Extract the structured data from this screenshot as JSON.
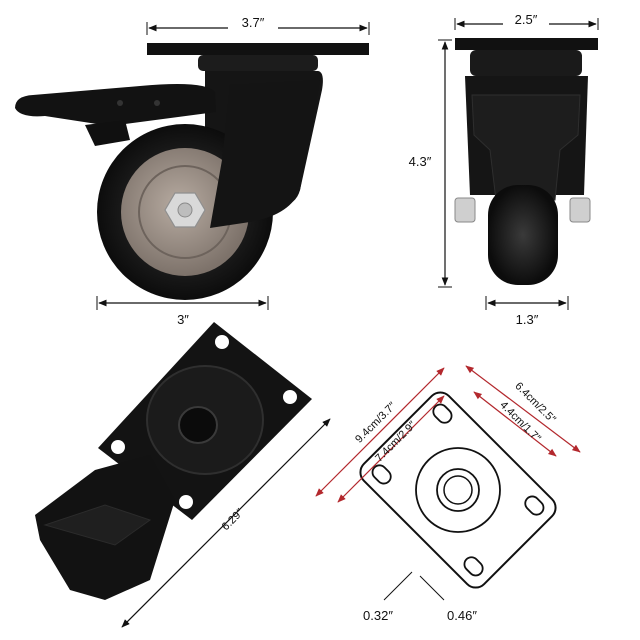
{
  "colors": {
    "background": "#ffffff",
    "metal": "#111111",
    "wheel_tread": "#161616",
    "hub": "#9a8f86",
    "bolt": "#d9d9d9",
    "dimension_line": "#111111",
    "red_dimension_line": "#b3282d"
  },
  "icons": {
    "caster_side_view": "swivel-caster-side-view",
    "caster_front_view": "swivel-caster-front-view",
    "caster_top_view": "caster-plate-perspective-view",
    "plate_outline": "mounting-plate-outline"
  },
  "dimensions": {
    "plate_length": "3.7″",
    "plate_width": "2.5″",
    "total_height": "4.3″",
    "wheel_diameter": "3″",
    "wheel_width": "1.3″",
    "overall_length": "6.29″",
    "plate_length_metric": "9.4cm/3.7″",
    "hole_spacing_length": "7.4cm/2.9″",
    "plate_width_metric": "6.4cm/2.5″",
    "hole_spacing_width": "4.4cm/1.7″",
    "slot_width": "0.32″",
    "slot_length": "0.46″"
  }
}
